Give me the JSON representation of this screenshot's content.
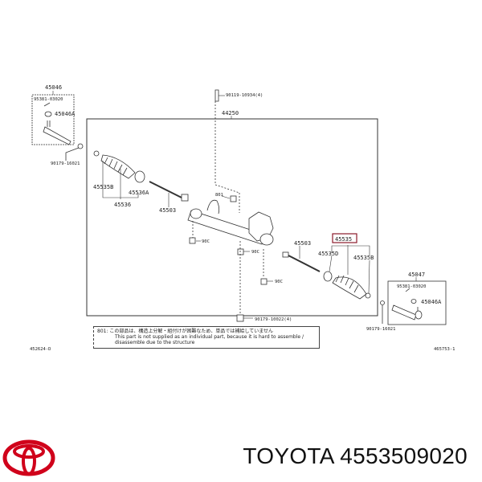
{
  "diagram": {
    "labels": {
      "left_tie_rod_end_assy": "45046",
      "left_cotter_pin": "95381-03020",
      "left_nut": "45046A",
      "left_nut_bolt": "90179-16021",
      "top_bolt": "90119-10934(4)",
      "rack_assy": "44250",
      "left_boot_clip": "45535B",
      "left_clamp": "45536A",
      "left_boot_set": "45536",
      "left_tie_rod": "45503",
      "ref_801_top": "801",
      "ref_90c_1": "90C",
      "ref_90c_2": "90C",
      "ref_90c_3": "90C",
      "right_tie_rod": "45503",
      "highlighted_part": "45535",
      "right_clamp": "45535D",
      "right_boot_clip": "45535B",
      "right_tie_rod_end_assy": "45047",
      "right_cotter_pin": "95381-03020",
      "right_nut": "45046A",
      "right_nut_bolt": "90179-16021",
      "bottom_bolt": "90179-10022(4)",
      "fig_code_left": "452624-D",
      "fig_code_right": "465753-1"
    },
    "note": {
      "ref": "801:",
      "jp": "この部品は、構造上分解・組付けが困難なため、単品では補給していません",
      "en": "This part is not supplied as an individual part, because it is hard to assemble / disassemble due to the structure"
    },
    "highlight_color": "#8b1a2b"
  },
  "footer": {
    "brand": "TOYOTA",
    "part_number": "4553509020",
    "logo_color": "#d0021b"
  }
}
